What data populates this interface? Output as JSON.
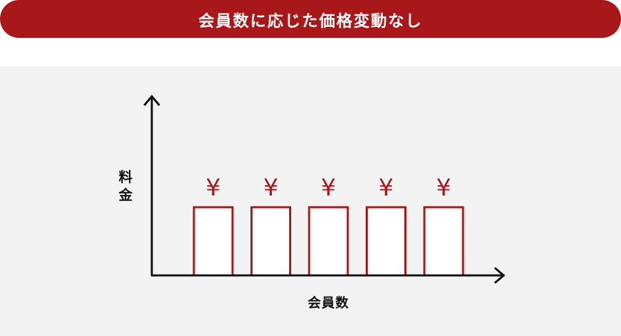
{
  "header": {
    "title": "会員数に応じた価格変動なし"
  },
  "diagram": {
    "y_axis_label": "料金",
    "x_axis_label": "会員数",
    "bar_symbol": "¥",
    "bar_count": 5,
    "bar_heights_relative": [
      1,
      1,
      1,
      1,
      1
    ],
    "colors": {
      "accent": "#a8181a",
      "panel": "#f3f3f3",
      "axis": "#111111",
      "bar_fill": "#ffffff"
    }
  }
}
